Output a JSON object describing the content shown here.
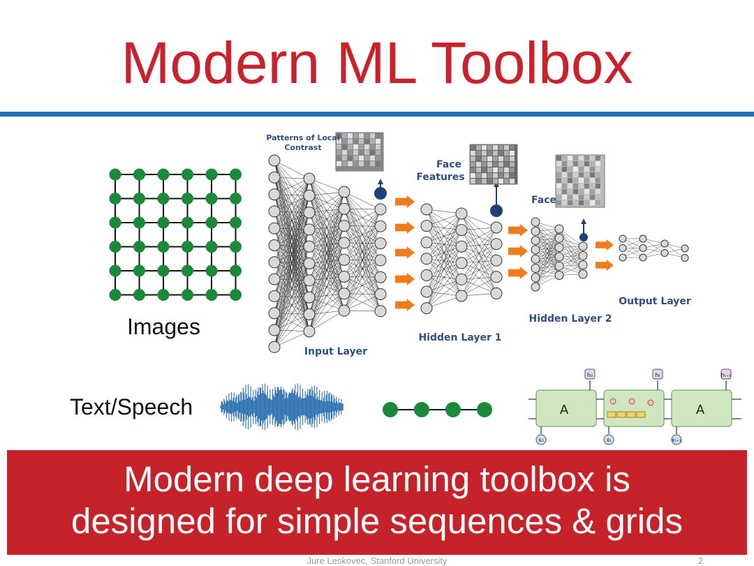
{
  "slide": {
    "title": "Modern ML Toolbox",
    "labels": {
      "images": "Images",
      "text_speech": "Text/Speech"
    },
    "nn_diagram": {
      "patterns_line1": "Patterns of Local",
      "patterns_line2": "Contrast",
      "face_features_line1": "Face",
      "face_features_line2": "Features",
      "face": "Face",
      "input_layer": "Input Layer",
      "hidden_layer_1": "Hidden Layer 1",
      "hidden_layer_2": "Hidden Layer 2",
      "output_layer": "Output Layer"
    },
    "rnn": {
      "cell_label": "A",
      "h_left": "h₀",
      "h_mid": "hₜ",
      "h_right": "hₜ₊₁",
      "x_left": "x₀",
      "x_mid": "xₜ",
      "x_right": "xₜ₊₁"
    },
    "banner": {
      "line1": "Modern deep learning toolbox is",
      "line2": "designed for simple sequences & grids"
    },
    "footer": "Jure Leskovec, Stanford University",
    "page_number": "2",
    "colors": {
      "title": "#c8222c",
      "rule": "#1f6fb7",
      "banner": "#c5222a",
      "grid_node": "#1a8a3a",
      "arrow": "#f07c1e",
      "output_node": "#1f3f77",
      "waveform": "#2a6fb0",
      "rnn_cell": "#cfe6c0"
    }
  }
}
